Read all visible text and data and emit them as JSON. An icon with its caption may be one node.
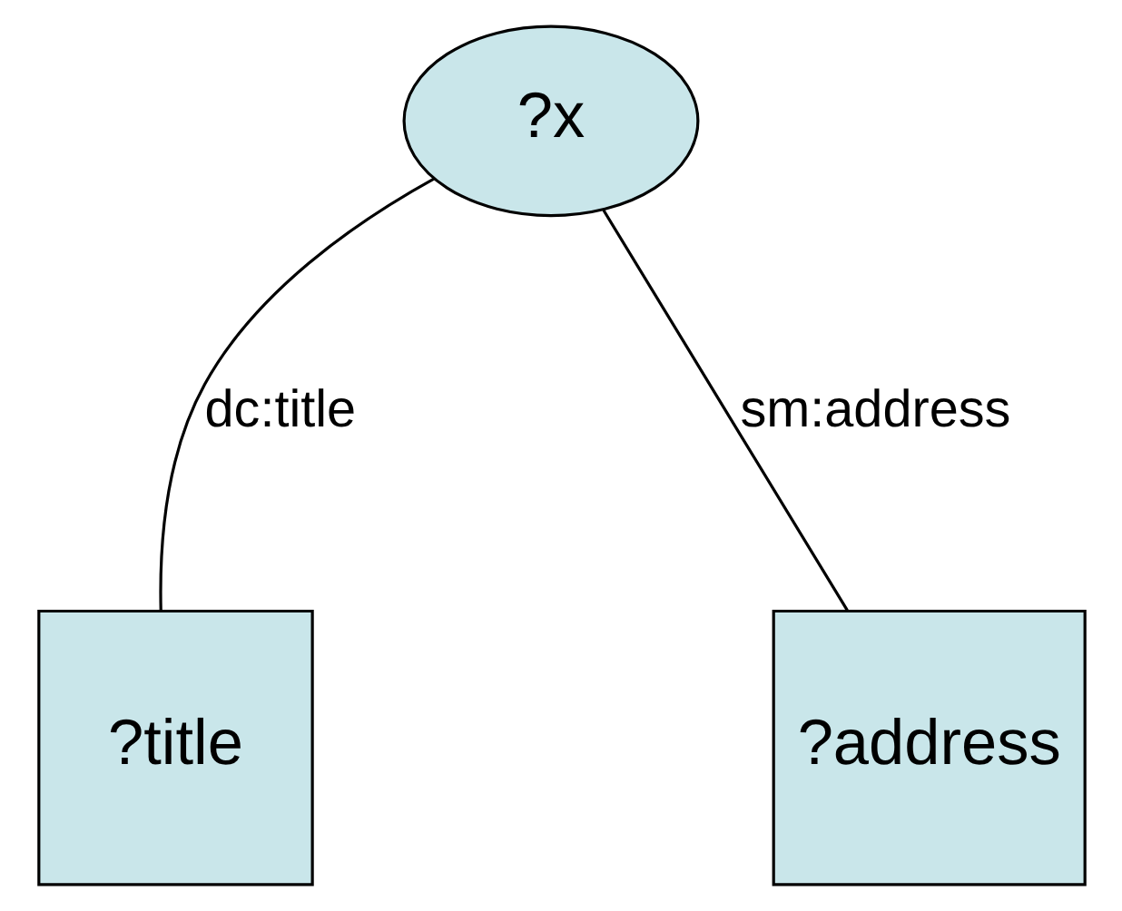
{
  "diagram": {
    "nodes": [
      {
        "text": [
          "?x"
        ]
      },
      {
        "text": [
          "?title"
        ]
      },
      {
        "text": [
          "?address"
        ]
      }
    ],
    "edges": [
      {
        "from": 0,
        "to": 1,
        "arrow": "none",
        "label": "dc:title"
      },
      {
        "from": 0,
        "to": 2,
        "arrow": "none",
        "label": "sm:address"
      }
    ]
  }
}
